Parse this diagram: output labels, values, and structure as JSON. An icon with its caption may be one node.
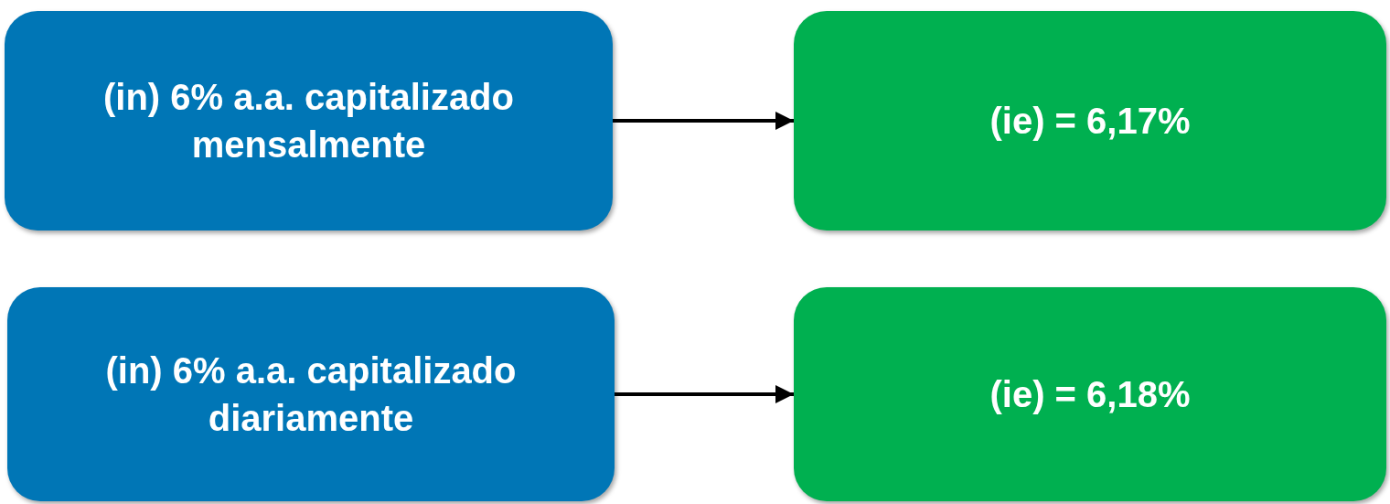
{
  "diagram": {
    "nodes": [
      {
        "text": [
          "(in) 6% a.a. capitalizado mensalmente"
        ]
      },
      {
        "text": [
          "(ie) = 6,17%"
        ]
      },
      {
        "text": [
          "(in) 6% a.a. capitalizado diariamente"
        ]
      },
      {
        "text": [
          "(ie) = 6,18%"
        ]
      }
    ],
    "edges": [
      {
        "from": 0,
        "to": 1,
        "arrow": "to"
      },
      {
        "from": 2,
        "to": 3,
        "arrow": "to"
      }
    ]
  }
}
